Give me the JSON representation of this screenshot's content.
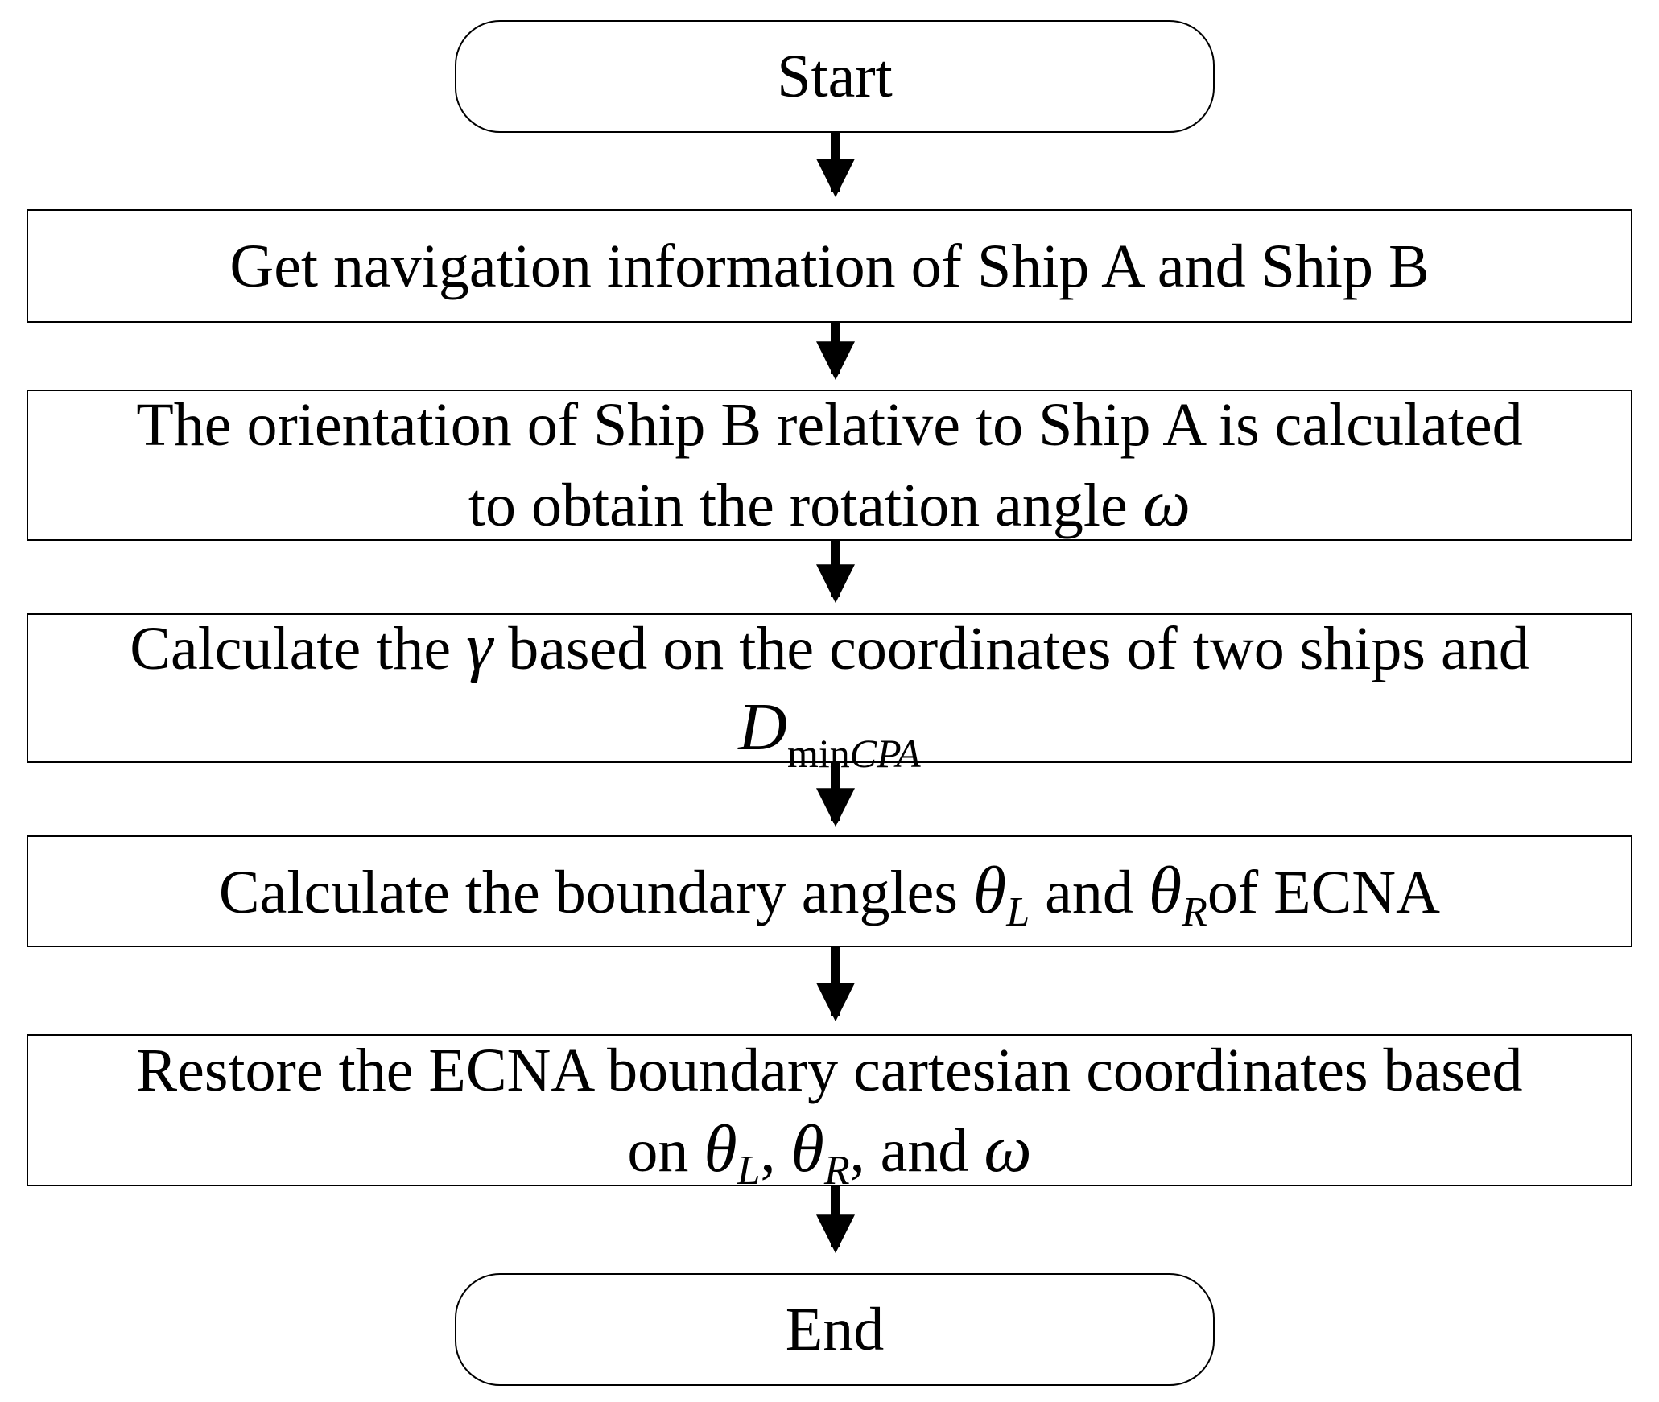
{
  "flowchart": {
    "start": "Start",
    "step1": "Get navigation information of Ship A and Ship B",
    "step2": {
      "line1": "The orientation of Ship B relative to Ship A is calculated",
      "line2_text": "to obtain the rotation angle ",
      "omega": "ω"
    },
    "step3": {
      "text_a": "Calculate the ",
      "gamma": "γ",
      "text_b": " based on the coordinates of two ships and",
      "d": "D",
      "d_sub_min": "min",
      "d_sub_cpa": "CPA"
    },
    "step4": {
      "text_a": "Calculate the boundary angles ",
      "theta": "θ",
      "sub_l": "L",
      "text_and": " and ",
      "sub_r": "R",
      "text_b": "of ECNA"
    },
    "step5": {
      "line1": "Restore the ECNA boundary cartesian coordinates based",
      "on": "on ",
      "theta": "θ",
      "sub_l": "L",
      "comma": ", ",
      "sub_r": "R",
      "and": ", and ",
      "omega": "ω"
    },
    "end": "End"
  }
}
